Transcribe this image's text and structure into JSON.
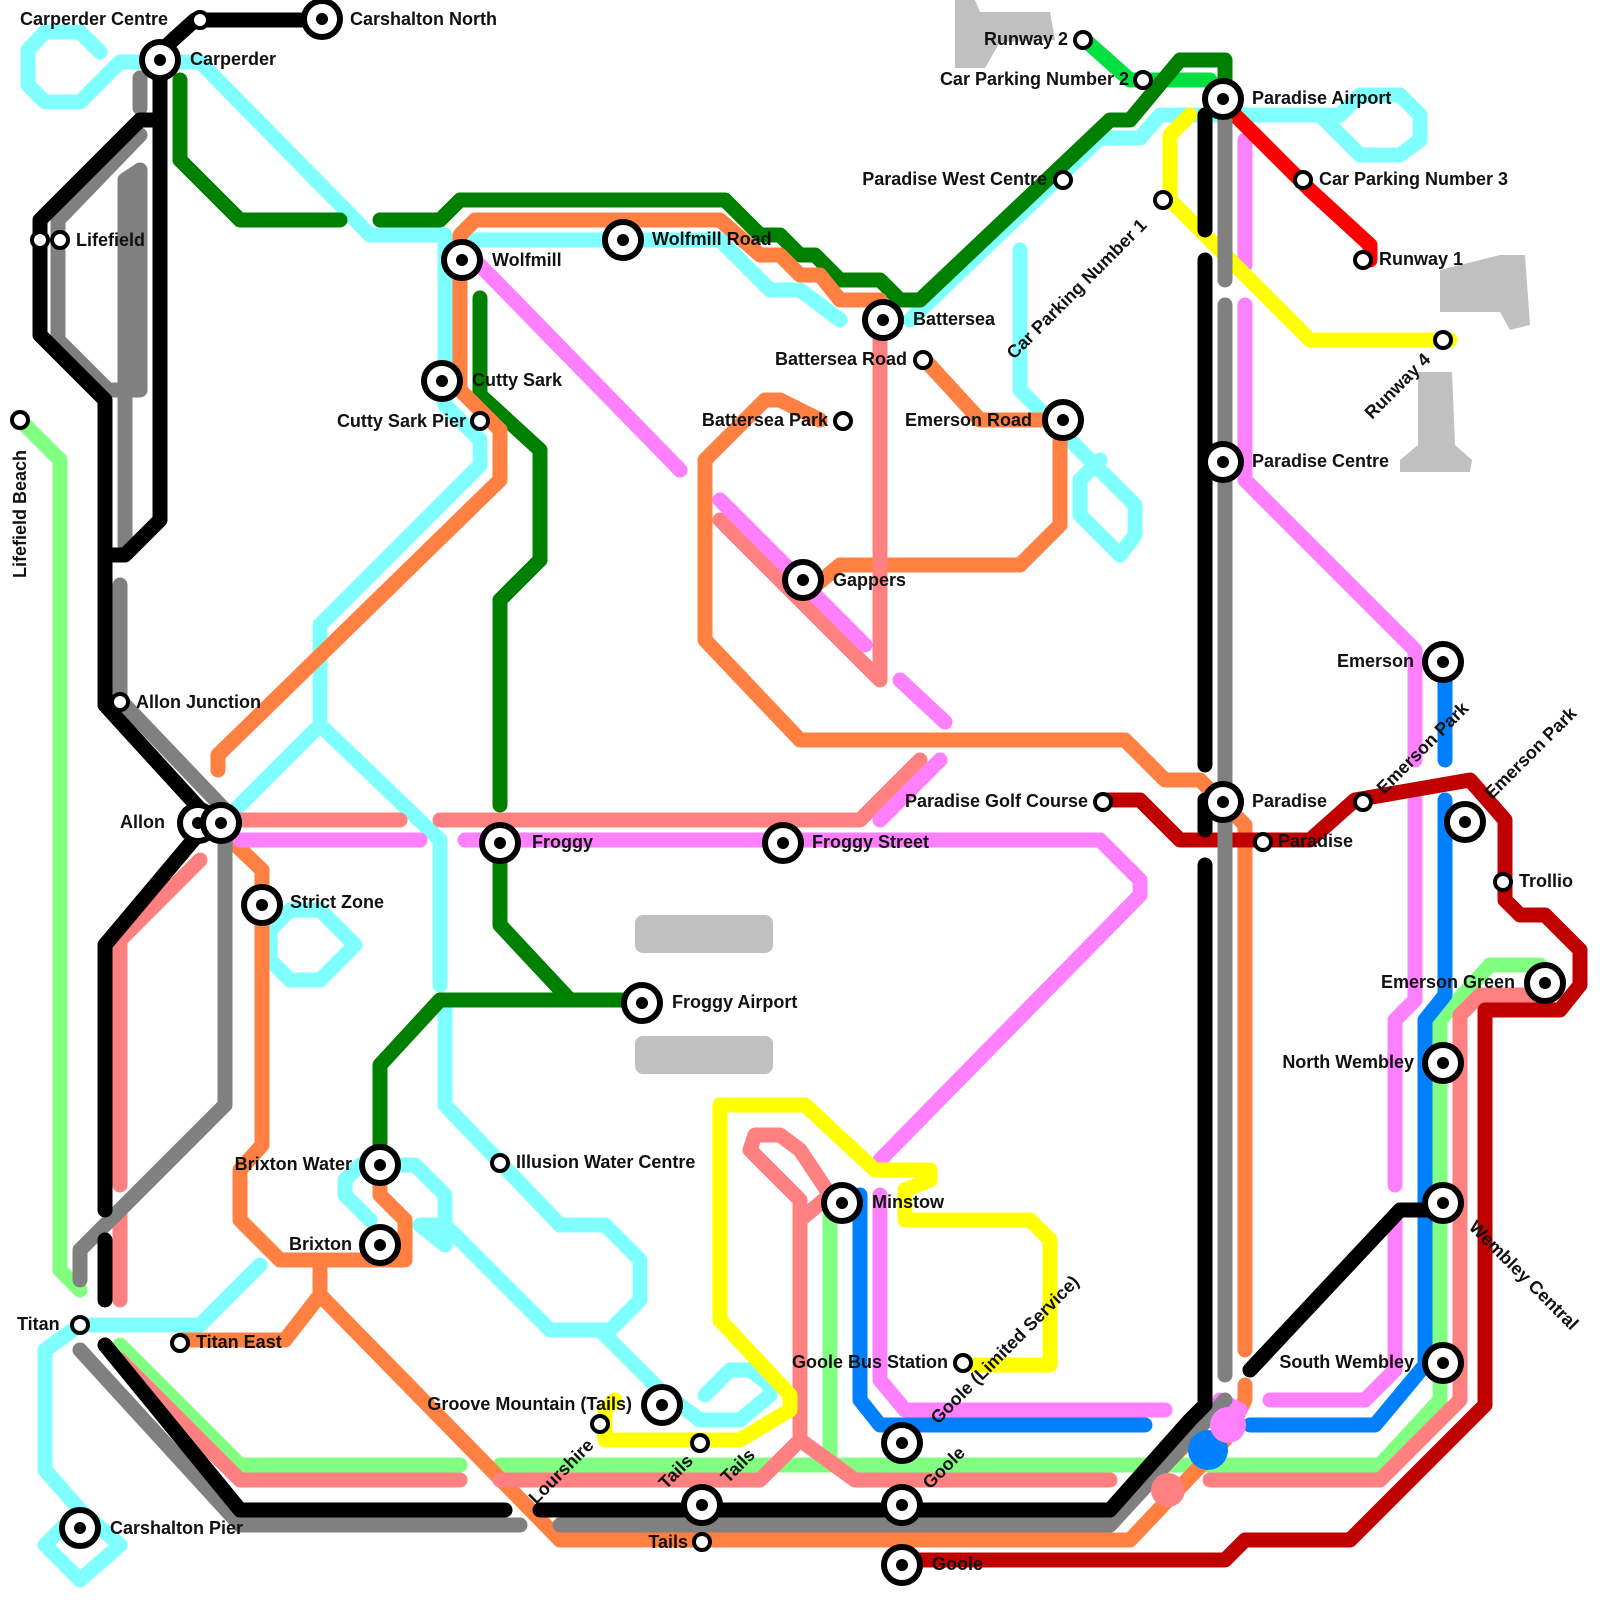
{
  "lines": {
    "black": "#000000",
    "grey": "#808080",
    "cyan": "#80ffff",
    "green": "#008000",
    "lime": "#80ff80",
    "brightgreen": "#00e040",
    "orange": "#ff8040",
    "salmon": "#ff8080",
    "pink": "#ff80ff",
    "blue": "#0080ff",
    "yellow": "#ffff00",
    "red": "#ff0000",
    "darkred": "#c00000",
    "airport_shape": "#c0c0c0"
  },
  "stations": {
    "carperder_centre": "Carperder Centre",
    "carshalton_north": "Carshalton North",
    "carperder": "Carperder",
    "lifefield": "Lifefield",
    "lifefield_beach": "Lifefield Beach",
    "allon_junction": "Allon Junction",
    "allon": "Allon",
    "strict_zone": "Strict Zone",
    "titan": "Titan",
    "titan_east": "Titan East",
    "carshalton_pier": "Carshalton Pier",
    "wolfmill": "Wolfmill",
    "wolfmill_road": "Wolfmill Road",
    "cutty_sark": "Cutty Sark",
    "cutty_sark_pier": "Cutty Sark Pier",
    "froggy": "Froggy",
    "froggy_street": "Froggy Street",
    "froggy_airport": "Froggy Airport",
    "brixton_water": "Brixton Water",
    "brixton": "Brixton",
    "illusion_water_centre": "Illusion Water Centre",
    "groove_mountain": "Groove Mountain (Tails)",
    "lourshire": "Lourshire",
    "tails_1": "Tails",
    "tails_2": "Tails",
    "tails_3": "Tails",
    "battersea": "Battersea",
    "battersea_road": "Battersea Road",
    "battersea_park": "Battersea Park",
    "emerson_road": "Emerson Road",
    "gappers": "Gappers",
    "paradise_west_centre": "Paradise West Centre",
    "car_parking_1": "Car Parking Number 1",
    "car_parking_2": "Car Parking Number 2",
    "car_parking_3": "Car Parking Number 3",
    "runway_1": "Runway 1",
    "runway_2": "Runway 2",
    "runway_4": "Runway 4",
    "paradise_airport": "Paradise Airport",
    "paradise_centre": "Paradise Centre",
    "paradise_golf_course": "Paradise Golf Course",
    "paradise_1": "Paradise",
    "paradise_2": "Paradise",
    "emerson": "Emerson",
    "emerson_park_1": "Emerson Park",
    "emerson_park_2": "Emerson Park",
    "trollio": "Trollio",
    "emerson_green": "Emerson Green",
    "north_wembley": "North Wembley",
    "wembley_central": "Wembley Central",
    "south_wembley": "South Wembley",
    "minstow": "Minstow",
    "goole_bus_station": "Goole Bus Station",
    "goole_limited": "Goole (Limited Service)",
    "goole_1": "Goole",
    "goole_2": "Goole"
  }
}
